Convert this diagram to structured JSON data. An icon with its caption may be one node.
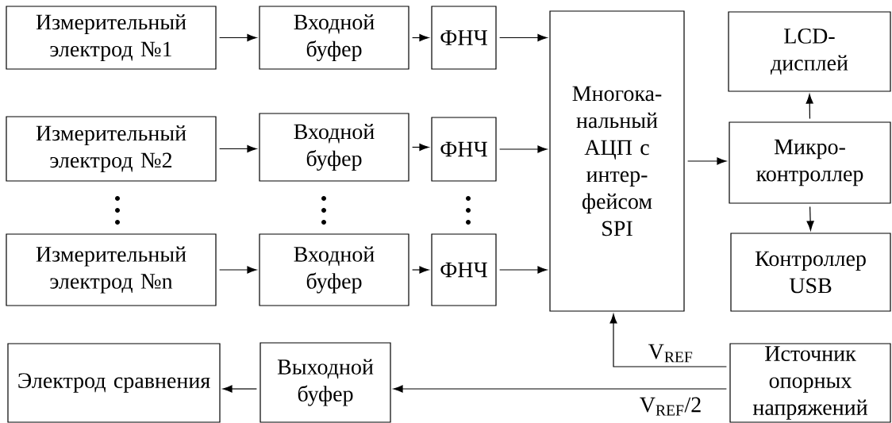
{
  "diagram": {
    "nodes": [
      {
        "text": [
          "Измерительный электрод №1"
        ]
      },
      {
        "text": [
          "Входной буфер"
        ]
      },
      {
        "text": [
          "ФНЧ"
        ]
      },
      {
        "text": [
          "Многока- нальный АЦП с интер- фейсом SPI"
        ]
      },
      {
        "text": [
          "LCD- дисплей"
        ]
      },
      {
        "text": [
          "Микро- контроллер"
        ]
      },
      {
        "text": [
          "Контроллер USB"
        ]
      },
      {
        "text": [
          "Измерительный электрод №2"
        ]
      },
      {
        "text": [
          "Входной буфер"
        ]
      },
      {
        "text": [
          "ФНЧ"
        ]
      },
      {
        "text": [
          "Измерительный электрод №n"
        ]
      },
      {
        "text": [
          "Входной буфер"
        ]
      },
      {
        "text": [
          "ФНЧ"
        ]
      },
      {
        "text": [
          "Электрод сравнения"
        ]
      },
      {
        "text": [
          "Выходной буфер"
        ]
      },
      {
        "text": [
          "Источник опорных напряжений"
        ]
      }
    ],
    "edges": [
      {
        "from": 0,
        "to": 1,
        "arrow": "to"
      },
      {
        "from": 1,
        "to": 2,
        "arrow": "to"
      },
      {
        "from": 2,
        "to": 3,
        "arrow": "to"
      },
      {
        "from": 7,
        "to": 8,
        "arrow": "to"
      },
      {
        "from": 8,
        "to": 9,
        "arrow": "to"
      },
      {
        "from": 9,
        "to": 3,
        "arrow": "to"
      },
      {
        "from": 10,
        "to": 11,
        "arrow": "to"
      },
      {
        "from": 11,
        "to": 12,
        "arrow": "to"
      },
      {
        "from": 12,
        "to": 3,
        "arrow": "to"
      },
      {
        "from": 3,
        "to": 5,
        "arrow": "to"
      },
      {
        "from": 5,
        "to": 4,
        "arrow": "to"
      },
      {
        "from": 5,
        "to": 6,
        "arrow": "to"
      },
      {
        "from": 15,
        "to": 3,
        "arrow": "to",
        "label": "V$_{REF}$"
      },
      {
        "from": 15,
        "to": 14,
        "arrow": "to",
        "label": "V$_{REF}$/2"
      },
      {
        "from": 14,
        "to": 13,
        "arrow": "to"
      }
    ]
  }
}
